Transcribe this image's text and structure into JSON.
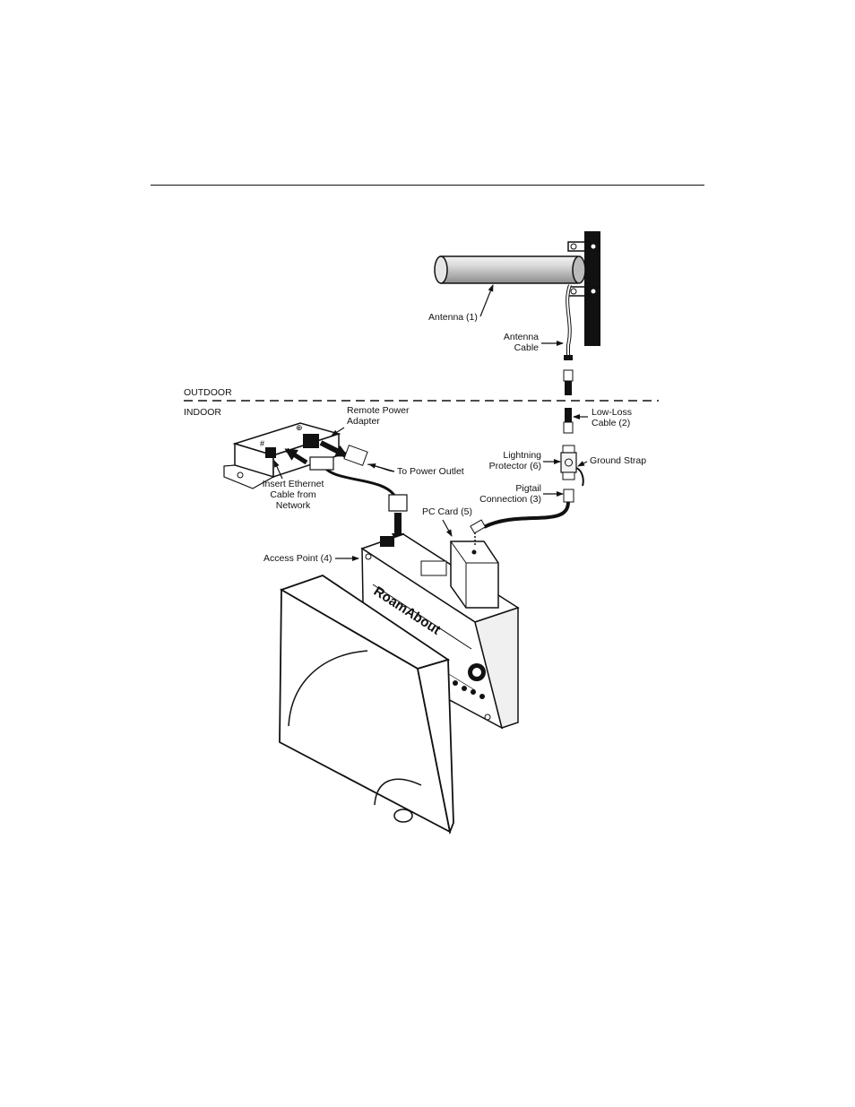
{
  "zones": {
    "outdoor": "OUTDOOR",
    "indoor": "INDOOR"
  },
  "labels": {
    "antenna": "Antenna (1)",
    "antenna_cable": [
      "Antenna",
      "Cable"
    ],
    "low_loss_cable": [
      "Low-Loss",
      "Cable (2)"
    ],
    "remote_power_adapter": [
      "Remote Power",
      "Adapter"
    ],
    "lightning_protector": [
      "Lightning",
      "Protector (6)"
    ],
    "ground_strap": "Ground Strap",
    "to_power_outlet": "To Power Outlet",
    "pigtail_connection": [
      "Pigtail",
      "Connection (3)"
    ],
    "insert_ethernet": [
      "Insert Ethernet",
      "Cable from",
      "Network"
    ],
    "pc_card": "PC Card (5)",
    "access_point": "Access Point (4)"
  },
  "device": {
    "brand": "RoamAbout"
  }
}
